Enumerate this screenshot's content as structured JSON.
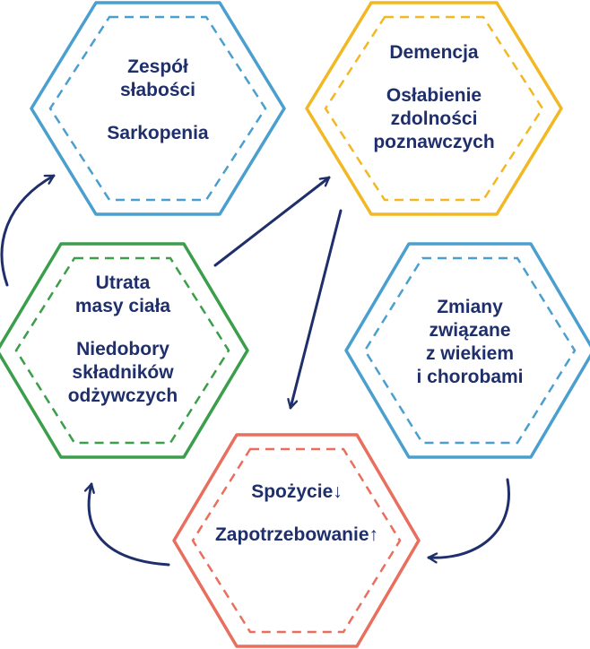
{
  "colors": {
    "text": "#1f2f6b",
    "arrow": "#1f2f6b",
    "blue": "#4a9fcf",
    "yellow": "#f2b824",
    "green": "#3a9e4a",
    "red": "#ea6e5e"
  },
  "nodes": {
    "frailty": {
      "line1": "Zespół",
      "line2": "słabości",
      "line3": "Sarkopenia"
    },
    "dementia": {
      "line1": "Demencja",
      "line2": "Osłabienie",
      "line3": "zdolności",
      "line4": "poznawczych"
    },
    "weight_loss": {
      "line1": "Utrata",
      "line2": "masy ciała",
      "line3": "Niedobory",
      "line4": "składników",
      "line5": "odżywczych"
    },
    "age_changes": {
      "line1": "Zmiany",
      "line2": "związane",
      "line3": "z wiekiem",
      "line4": "i chorobami"
    },
    "intake": {
      "line1": "Spożycie↓",
      "line2": "Zapotrzebowanie↑"
    }
  }
}
